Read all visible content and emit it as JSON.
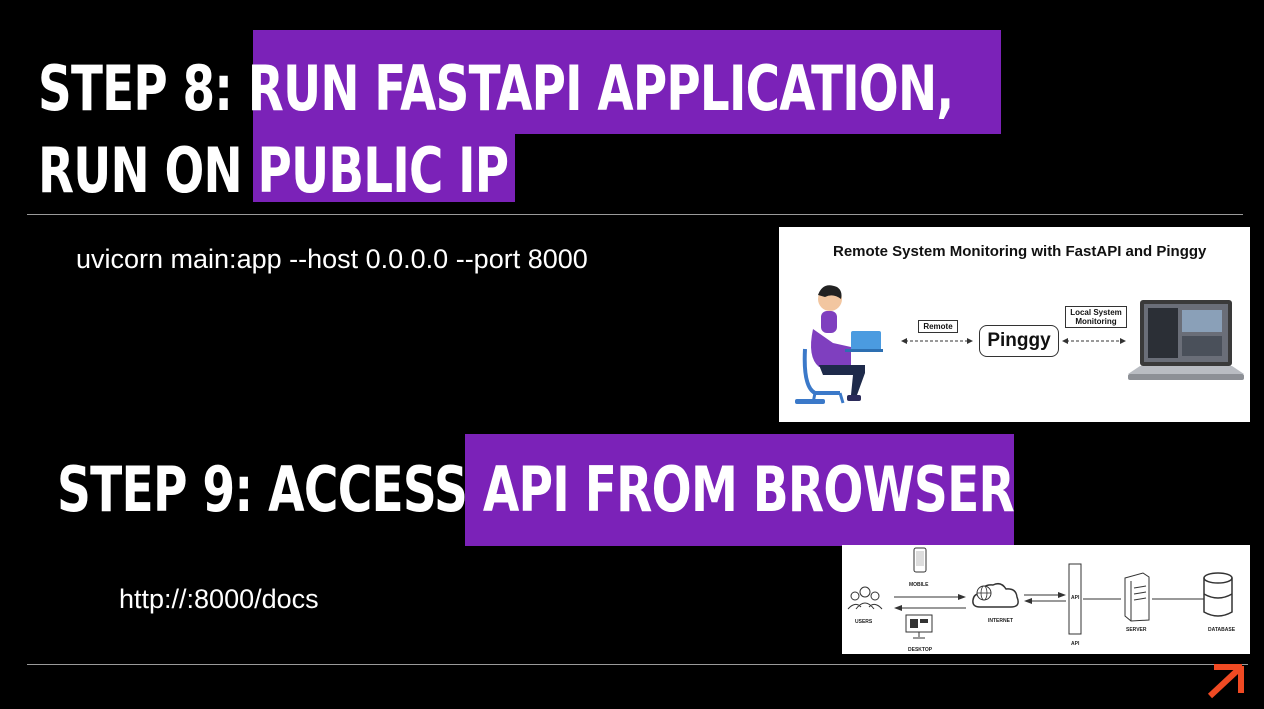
{
  "step8": {
    "prefix": "STEP 8:",
    "highlight_line1": "RUN FASTAPI APPLICATION,",
    "line2_start": "RUN ON",
    "highlight_line2": "PUBLIC IP",
    "command": "uvicorn main:app --host 0.0.0.0 --port 8000"
  },
  "step9": {
    "prefix": "STEP 9: ACCESS",
    "highlight": "API FROM BROWSER",
    "url": "http://:8000/docs"
  },
  "diagram1": {
    "title": "Remote System Monitoring with FastAPI and Pinggy",
    "remote_label": "Remote",
    "pinggy_label": "Pinggy",
    "local_label": "Local System Monitoring"
  },
  "diagram2": {
    "mobile": "MOBILE",
    "users": "USERS",
    "desktop": "DESKTOP",
    "internet": "INTERNET",
    "api": "API",
    "server": "SERVER",
    "database": "DATABASE"
  },
  "colors": {
    "highlight": "#7b22b8",
    "logo_accent": "#f04a23"
  },
  "icons": [
    "person-at-laptop-illustration",
    "laptop-illustration",
    "users-icon",
    "mobile-icon",
    "desktop-icon",
    "cloud-internet-icon",
    "api-icon",
    "server-icon",
    "database-icon",
    "arrow-logo-icon"
  ]
}
